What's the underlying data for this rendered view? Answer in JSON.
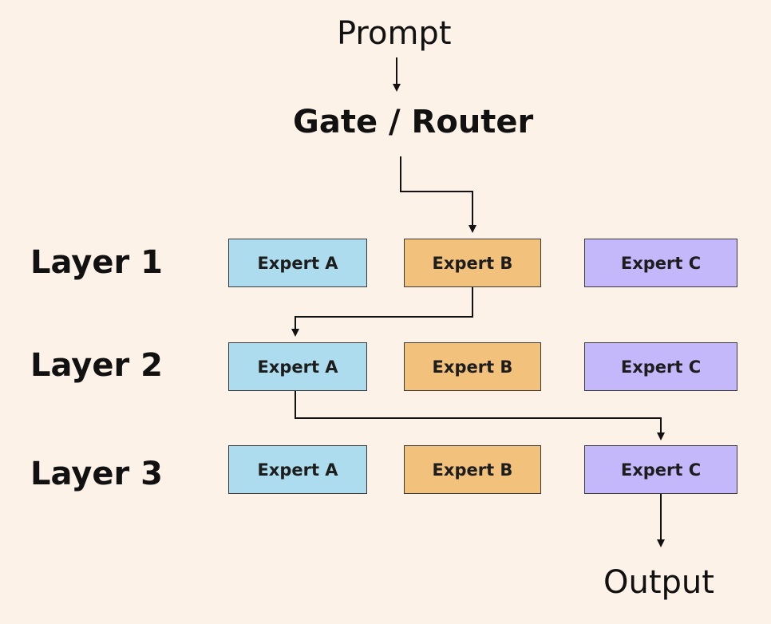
{
  "diagram": {
    "prompt_label": "Prompt",
    "router_label": "Gate / Router",
    "output_label": "Output",
    "colors": {
      "background": "#fdf2e8",
      "expert_a": "#acdced",
      "expert_b": "#f2c17c",
      "expert_c": "#c4b8fa",
      "line": "#111111"
    },
    "layers": [
      {
        "label": "Layer 1",
        "experts": [
          "Expert A",
          "Expert B",
          "Expert C"
        ],
        "selected": "Expert B"
      },
      {
        "label": "Layer 2",
        "experts": [
          "Expert A",
          "Expert B",
          "Expert C"
        ],
        "selected": "Expert A"
      },
      {
        "label": "Layer 3",
        "experts": [
          "Expert A",
          "Expert B",
          "Expert C"
        ],
        "selected": "Expert C"
      }
    ]
  }
}
